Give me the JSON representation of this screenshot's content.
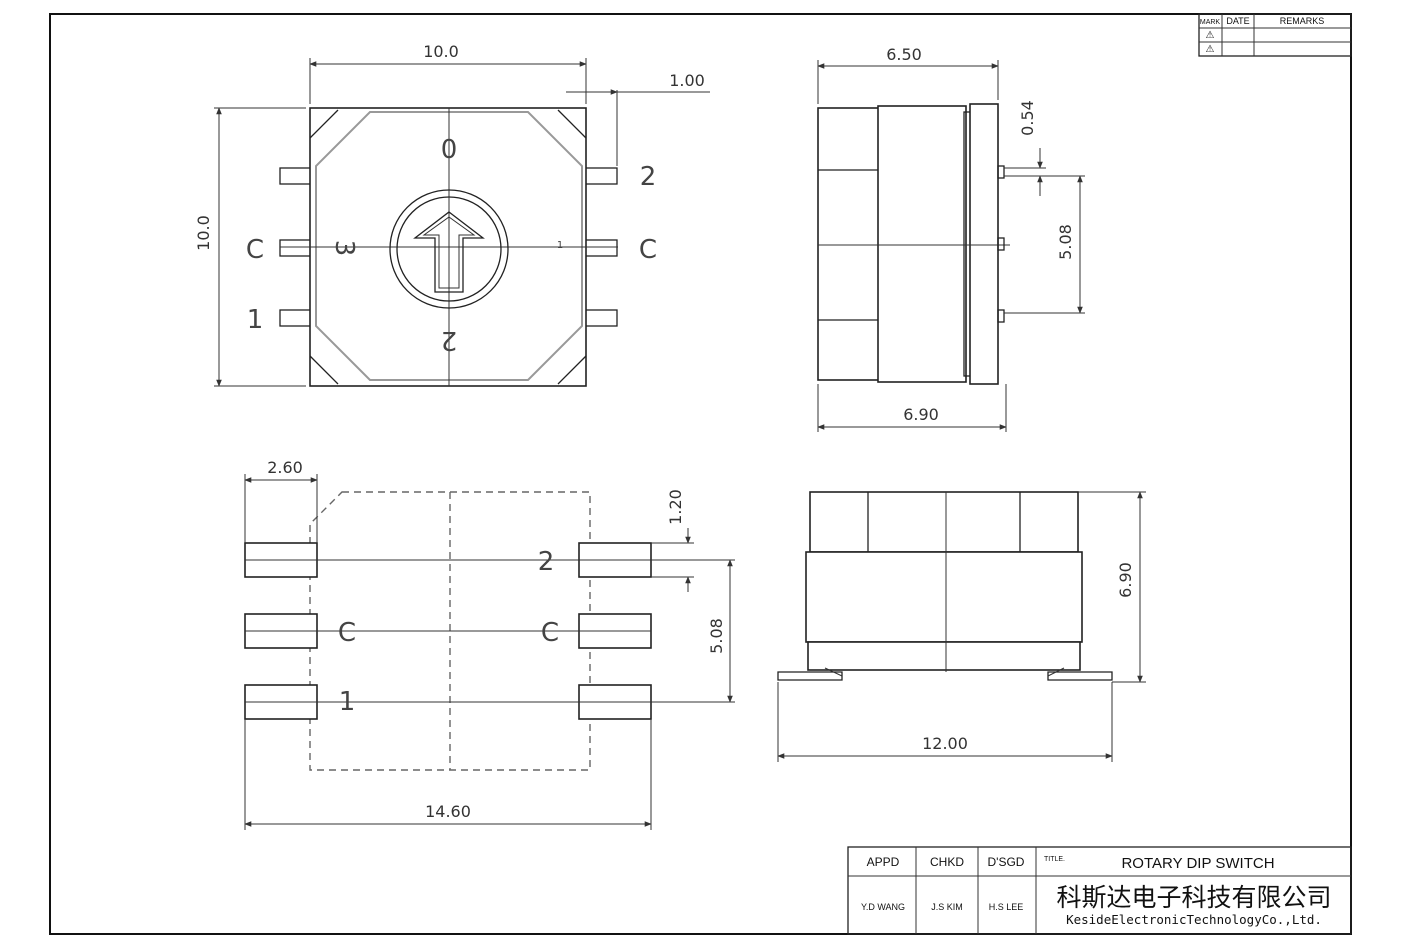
{
  "dimensions": {
    "top_width": "10.0",
    "top_height": "10.0",
    "pin_offset": "1.00",
    "side_width": "6.50",
    "side_pin": "0.54",
    "side_pitch": "5.08",
    "side_depth": "6.90",
    "foot_pad": "2.60",
    "foot_pad_width": "1.20",
    "foot_pitch": "5.08",
    "foot_span": "14.60",
    "front_height": "6.90",
    "front_width": "12.00"
  },
  "labels": {
    "pin_c": "C",
    "pin_1": "1",
    "pin_2": "2",
    "dial_0": "0",
    "dial_1": "1",
    "dial_2": "2",
    "dial_3": "3"
  },
  "revision_table": {
    "mark_header": "MARK",
    "date_header": "DATE",
    "remarks_header": "REMARKS",
    "rev_symbol": "⚠"
  },
  "title_block": {
    "appd_label": "APPD",
    "chkd_label": "CHKD",
    "dsgd_label": "D'SGD",
    "title_label": "TITLE.",
    "appd_name": "Y.D WANG",
    "chkd_name": "J.S KIM",
    "dsgd_name": "H.S LEE",
    "title": "ROTARY DIP SWITCH",
    "company_cn": "科斯达电子科技有限公司",
    "company_en": "KesideElectronicTechnologyCo.,Ltd."
  }
}
